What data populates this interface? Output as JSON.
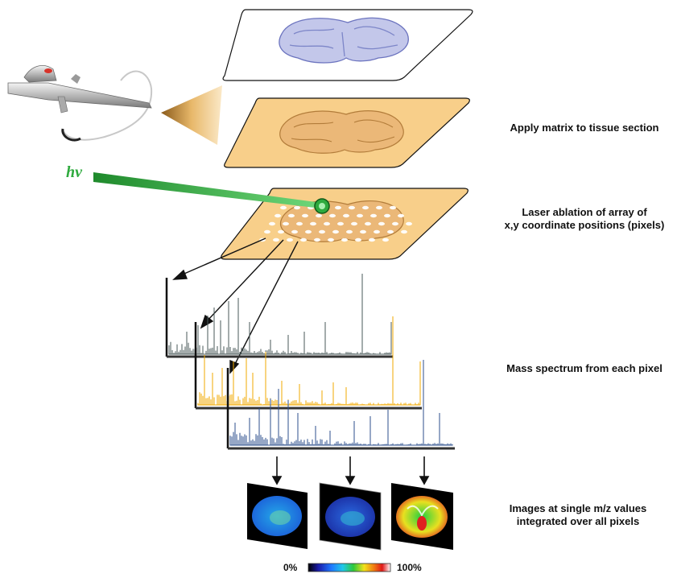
{
  "steps": {
    "apply_matrix": "Apply matrix to tissue section",
    "laser_line1": "Laser ablation of array of",
    "laser_line2": "x,y coordinate positions (pixels)",
    "mass_spectrum": "Mass spectrum from each pixel",
    "images_line1": "Images at single m/z values",
    "images_line2": "integrated over all pixels"
  },
  "laser_symbol": "hν",
  "colorbar": {
    "min_label": "0%",
    "max_label": "100%"
  },
  "colors": {
    "matrix_fill": "#f8cf8a",
    "tissue_blue": "#7d86c8",
    "laser_green": "#2eaa3e",
    "spectrum_gray": "#4a5a5a",
    "spectrum_yellow": "#f2a900",
    "spectrum_blue": "#2c4f8c"
  },
  "icons": [
    "airbrush-sprayer-icon",
    "spray-cone-icon",
    "laser-beam-icon"
  ]
}
